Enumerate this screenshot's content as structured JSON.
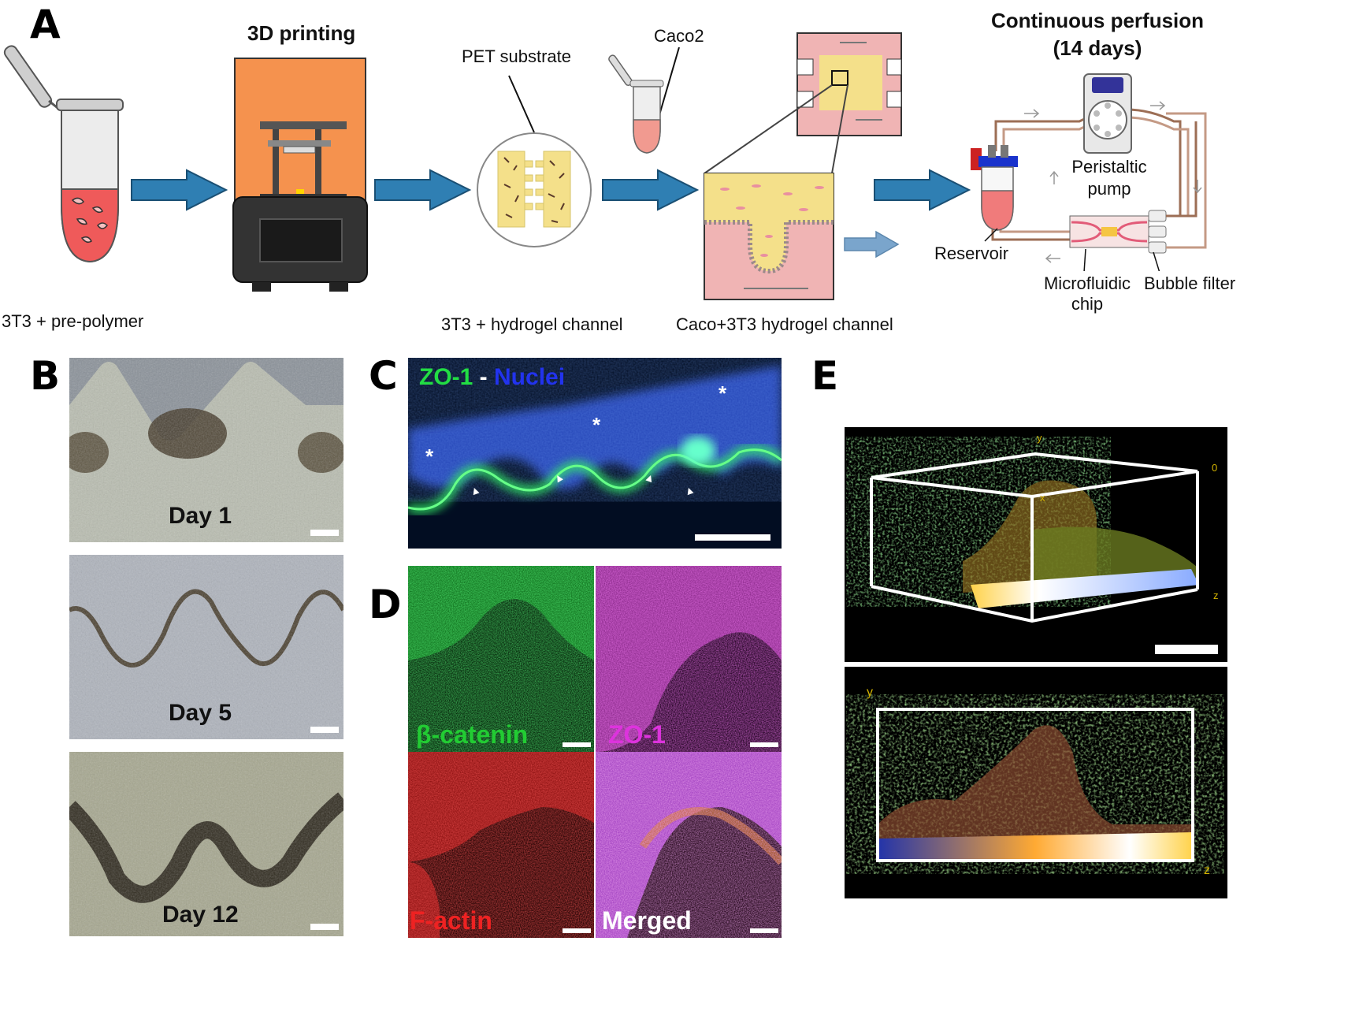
{
  "panels": {
    "a": "A",
    "b": "B",
    "c": "C",
    "d": "D",
    "e": "E"
  },
  "panel_a": {
    "printing_title": "3D printing",
    "perfusion_title_line1": "Continuous perfusion",
    "perfusion_title_line2": "(14 days)",
    "pet_label": "PET substrate",
    "caco2_label": "Caco2",
    "peristaltic_line1": "Peristaltic",
    "peristaltic_line2": "pump",
    "reservoir_label": "Reservoir",
    "chip_line1": "Microfluidic",
    "chip_line2": "chip",
    "bubble_label": "Bubble filter",
    "step1_caption": "3T3 + pre-polymer",
    "step3_caption": "3T3 + hydrogel channel",
    "step4_caption": "Caco+3T3 hydrogel channel"
  },
  "panel_b": {
    "day1": "Day 1",
    "day5": "Day 5",
    "day12": "Day 12"
  },
  "panel_c": {
    "zo1": "ZO-1",
    "dash": " - ",
    "nuclei": "Nuclei",
    "asterisk": "*",
    "arrowhead": "▲"
  },
  "panel_d": {
    "beta_catenin": "β-catenin",
    "zo1": "ZO-1",
    "factin": "F-actin",
    "merged": "Merged"
  },
  "panel_e": {
    "axis_y": "y",
    "axis_z": "z",
    "axis_x": "x",
    "axis_0": "0"
  },
  "colors": {
    "arrow_blue": "#2f7fb3",
    "printer_orange": "#f5924e",
    "hydrogel_yellow": "#f4e08a",
    "tissue_pink": "#f0b4b4",
    "zo1_green": "#22dd44",
    "nuclei_blue": "#2233ee",
    "zo1_magenta": "#dd33dd",
    "factin_red": "#ee2222"
  }
}
